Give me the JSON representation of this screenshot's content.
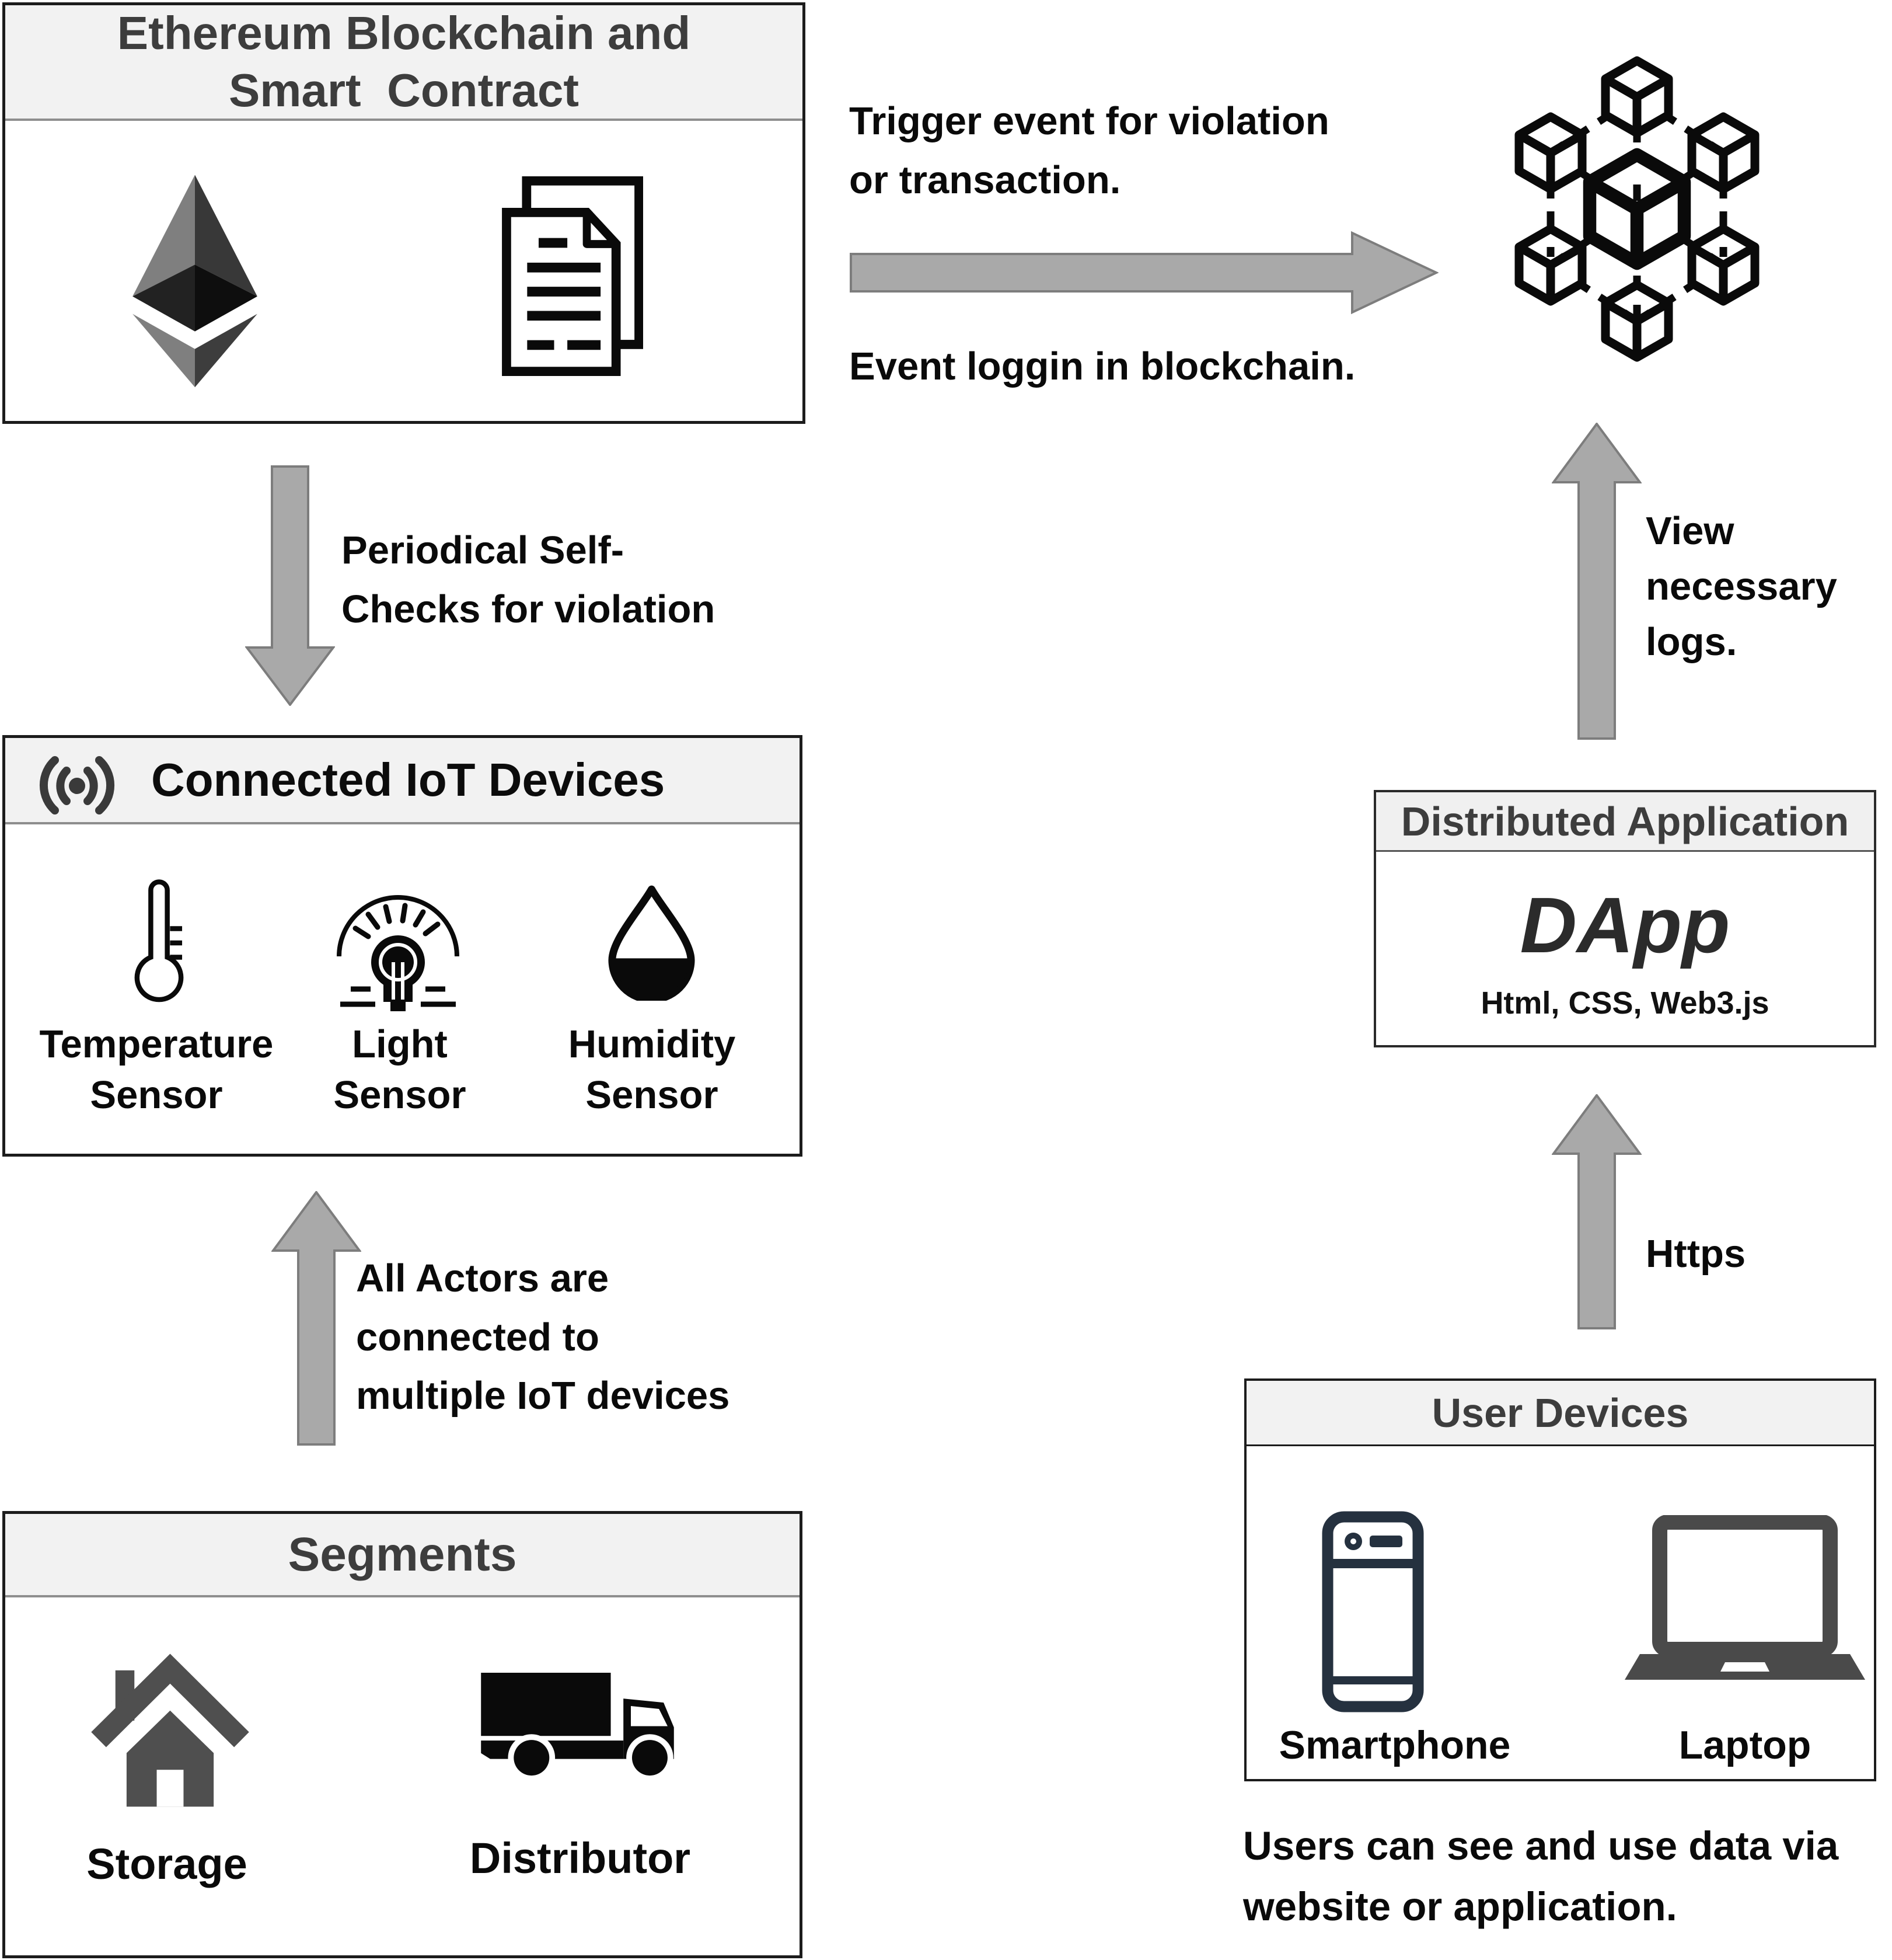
{
  "diagram": {
    "ethereum_box": {
      "title_line1": "Ethereum Blockchain and",
      "title_line2": "Smart  Contract"
    },
    "iot_box": {
      "title": "Connected IoT Devices",
      "sensors": [
        {
          "line1": "Temperature",
          "line2": "Sensor"
        },
        {
          "line1": "Light",
          "line2": "Sensor"
        },
        {
          "line1": "Humidity",
          "line2": "Sensor"
        }
      ]
    },
    "segments_box": {
      "title": "Segments",
      "items": [
        {
          "label": "Storage"
        },
        {
          "label": "Distributor"
        }
      ]
    },
    "dapp_box": {
      "title": "Distributed Application",
      "app_name": "DApp",
      "tech": "Html, CSS, Web3.js"
    },
    "user_box": {
      "title": "User Devices",
      "devices": [
        {
          "label": "Smartphone"
        },
        {
          "label": "Laptop"
        }
      ]
    },
    "annotations": {
      "trigger_line1": "Trigger event for violation",
      "trigger_line2": "or transaction.",
      "event_log": "Event loggin in blockchain.",
      "periodical_line1": "Periodical Self-",
      "periodical_line2": "Checks for violation",
      "actors_line1": "All Actors are",
      "actors_line2": "connected to",
      "actors_line3": "multiple IoT devices",
      "view_logs_line1": "View",
      "view_logs_line2": "necessary",
      "view_logs_line3": "logs.",
      "https_label": "Https",
      "users_note_line1": "Users can see and use data via",
      "users_note_line2": "website or application."
    },
    "colors": {
      "arrow_fill": "#a9a9a9",
      "arrow_stroke": "#7d7d7d",
      "header_bg": "#f2f2f2",
      "header_text": "#3d3d3d",
      "box_border": "#1c1c1c",
      "smartphone": "#25313f",
      "laptop": "#4a4a4a",
      "house": "#4f4f4f",
      "eth_light_gray": "#7f7f7f",
      "eth_dark_gray": "#383838",
      "eth_near_black": "#101010"
    }
  }
}
